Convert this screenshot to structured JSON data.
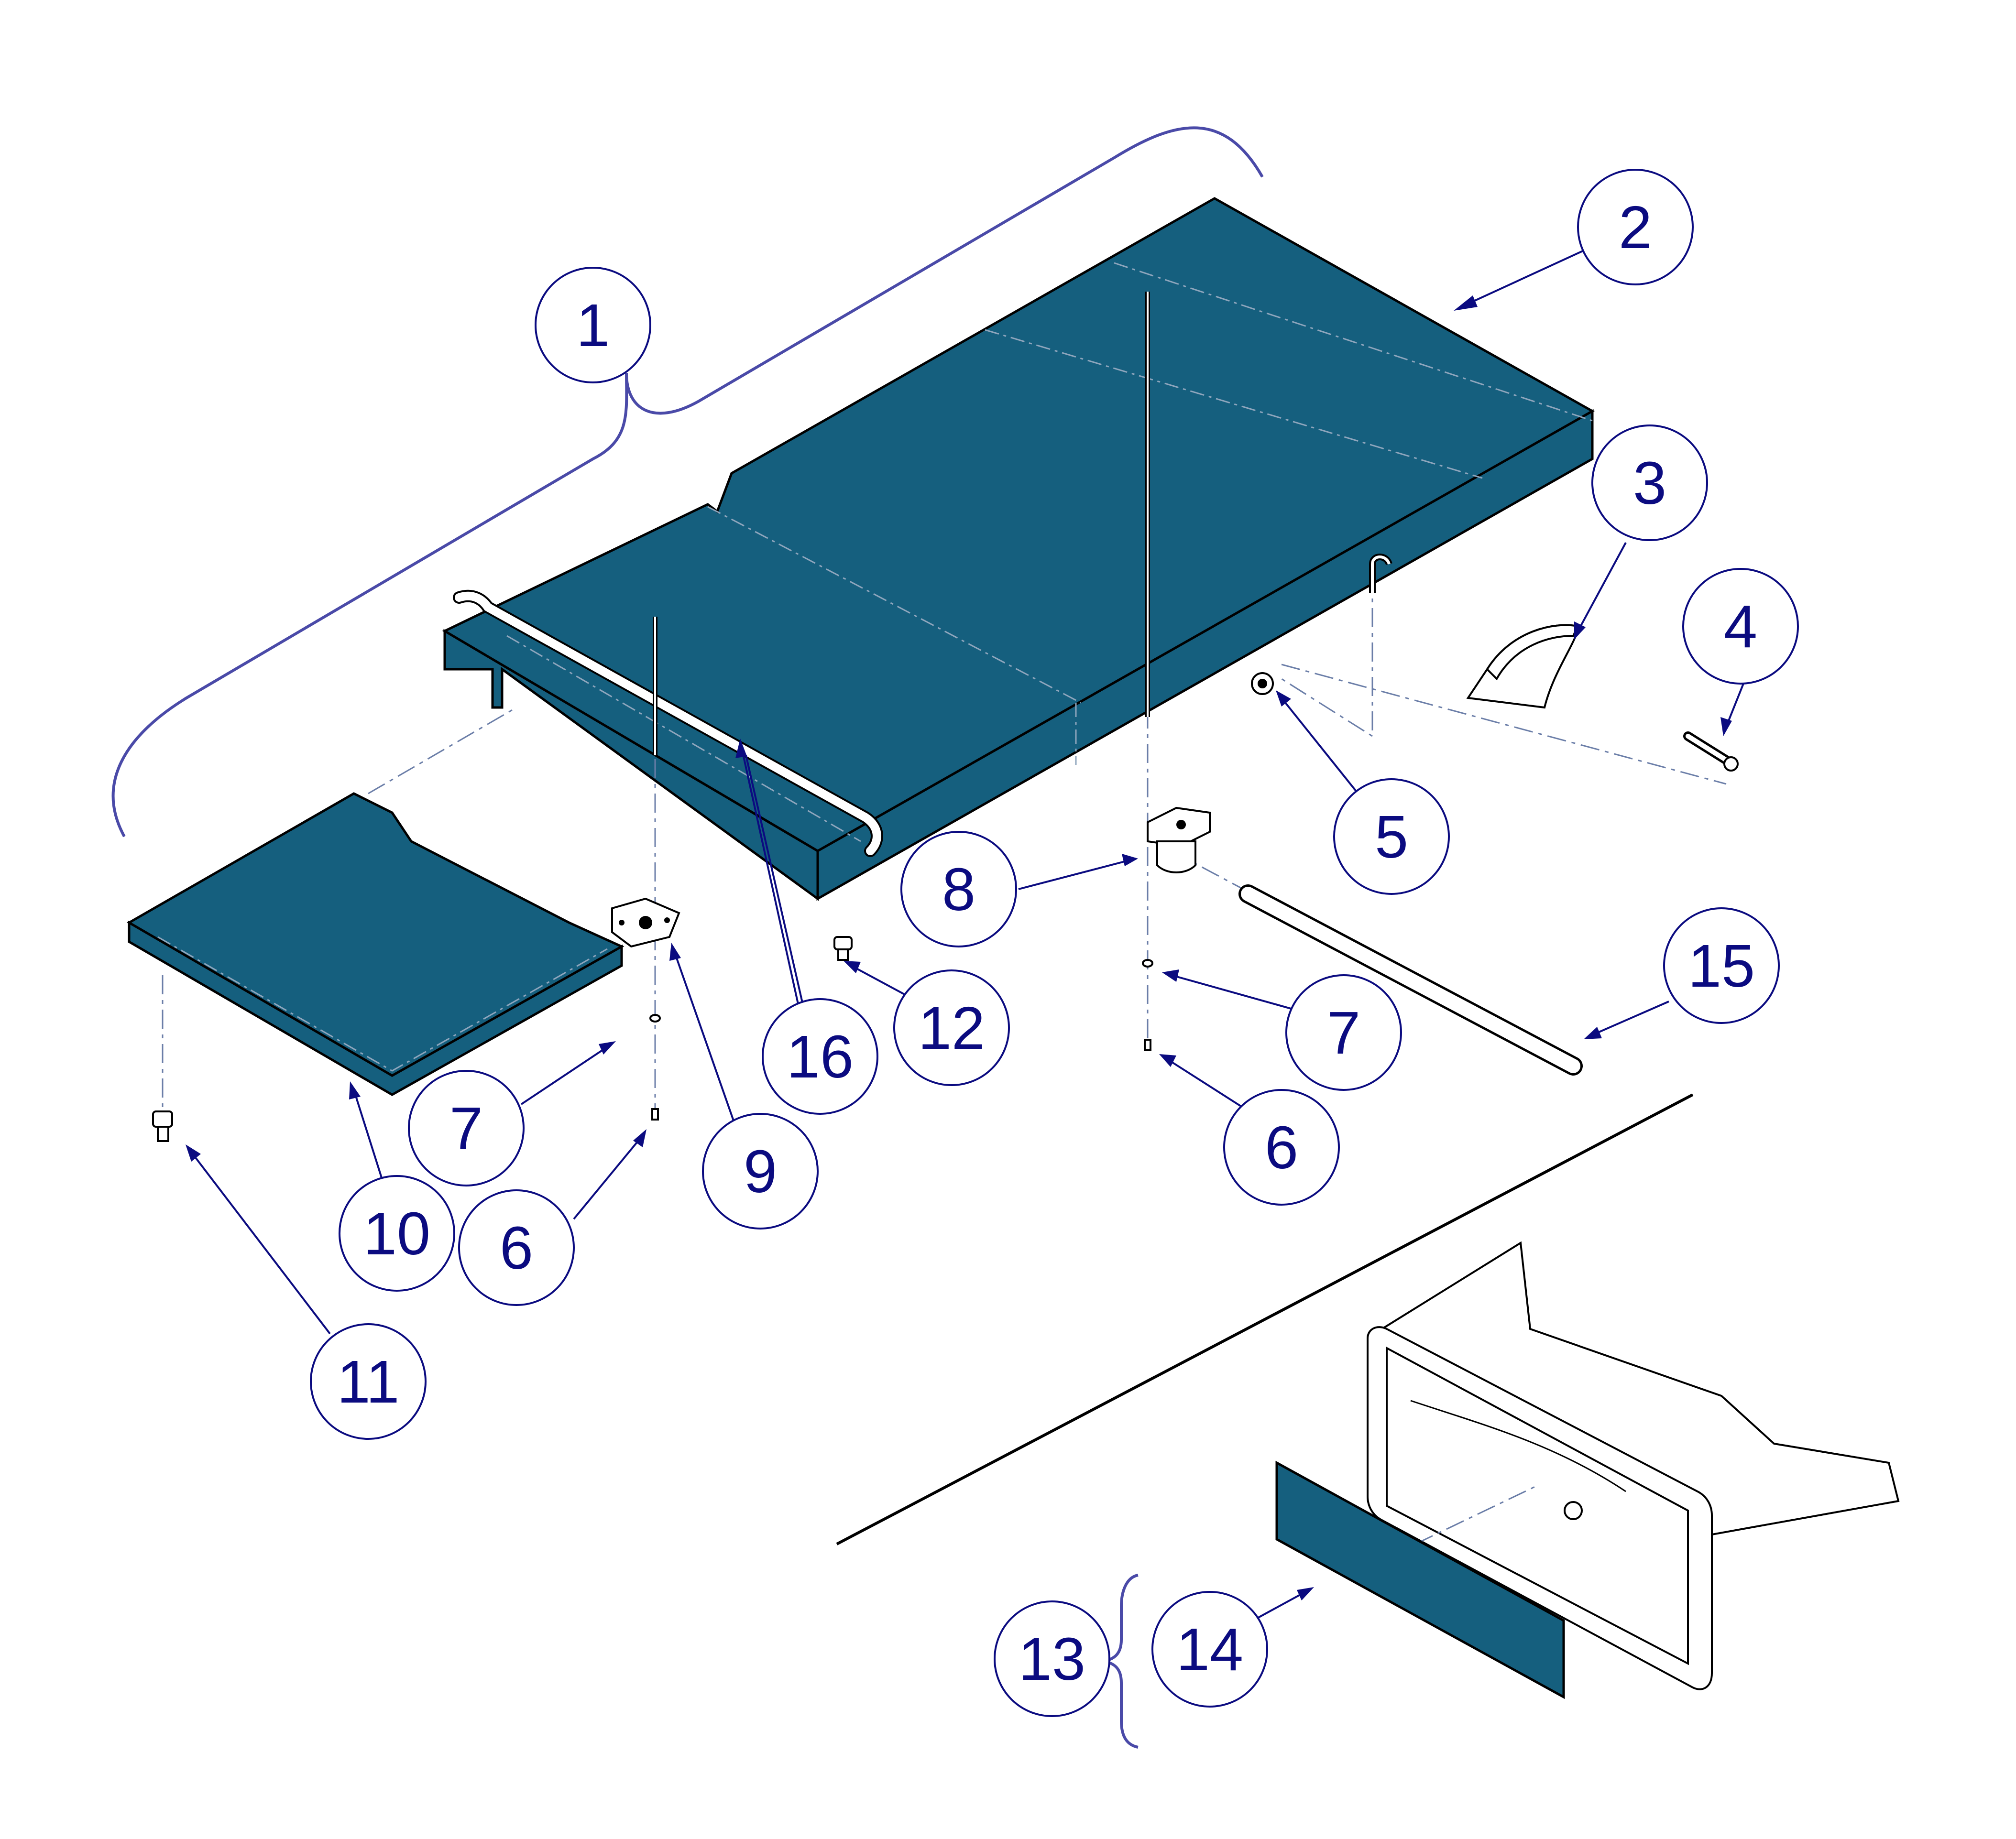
{
  "diagram": {
    "kind": "exploded parts diagram",
    "colors": {
      "pad": "#155f7e",
      "callout": "#0b0b80",
      "outline": "#000000",
      "brace": "#4a4aa8"
    },
    "callouts": [
      {
        "id": "c1",
        "label": "1"
      },
      {
        "id": "c2",
        "label": "2"
      },
      {
        "id": "c3",
        "label": "3"
      },
      {
        "id": "c4",
        "label": "4"
      },
      {
        "id": "c5",
        "label": "5"
      },
      {
        "id": "c6a",
        "label": "6"
      },
      {
        "id": "c6b",
        "label": "6"
      },
      {
        "id": "c7a",
        "label": "7"
      },
      {
        "id": "c7b",
        "label": "7"
      },
      {
        "id": "c8",
        "label": "8"
      },
      {
        "id": "c9",
        "label": "9"
      },
      {
        "id": "c10",
        "label": "10"
      },
      {
        "id": "c11",
        "label": "11"
      },
      {
        "id": "c12",
        "label": "12"
      },
      {
        "id": "c13",
        "label": "13"
      },
      {
        "id": "c14",
        "label": "14"
      },
      {
        "id": "c15",
        "label": "15"
      },
      {
        "id": "c16",
        "label": "16"
      }
    ]
  }
}
